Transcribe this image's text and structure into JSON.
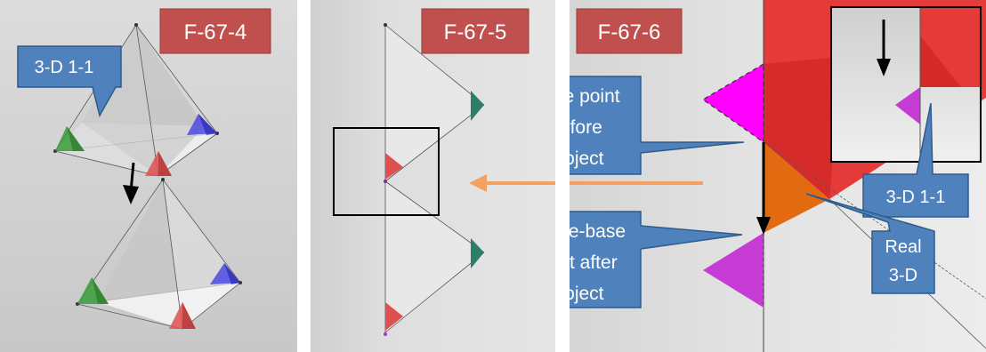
{
  "panels": [
    {
      "title": "F-67-4",
      "callouts": [
        "3-D 1-1"
      ]
    },
    {
      "title": "F-67-5"
    },
    {
      "title": "F-67-6",
      "callouts": [
        "Base point",
        "before",
        "project",
        "Phase-base",
        "point after",
        "project",
        "3-D 1-1",
        "Real",
        "3-D"
      ]
    }
  ],
  "colors": {
    "title_bg": "#c0504d",
    "callout_bg": "#4f81bd",
    "callout_border": "#2e5a8c",
    "red": "#e03a3a",
    "orange": "#e26a10",
    "magenta": "#ff00ff",
    "purple": "#c63bd3",
    "green": "#3a9e3a",
    "blue": "#4a4ae0",
    "teal": "#2e7d6b",
    "arrow_orange": "#f4a060"
  }
}
